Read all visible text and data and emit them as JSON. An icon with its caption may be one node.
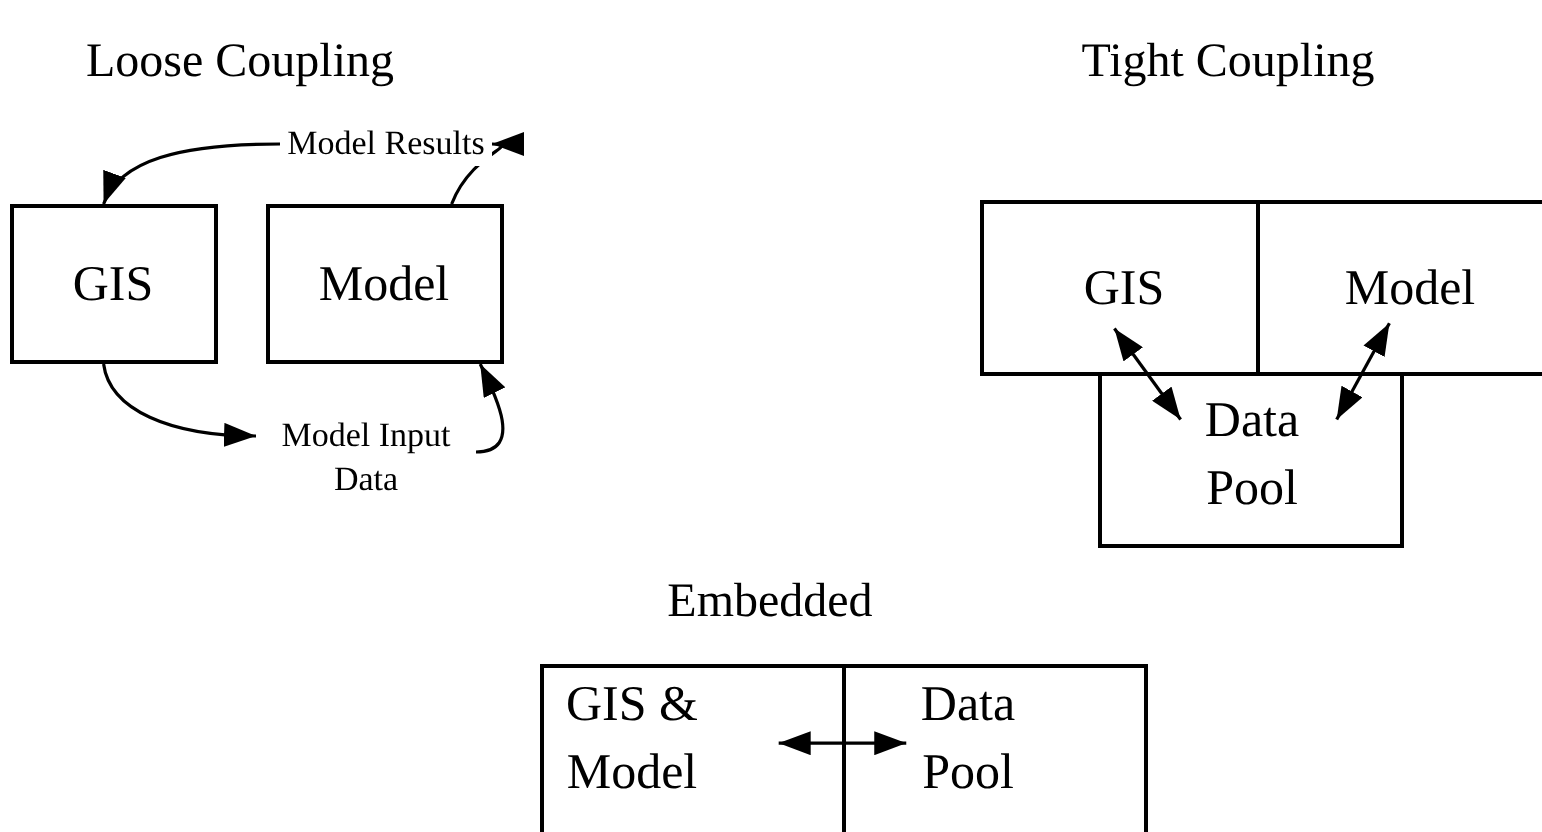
{
  "diagram": {
    "nodes": [
      {
        "text": [
          "GIS"
        ]
      },
      {
        "text": [
          "Model"
        ]
      },
      {
        "text": [
          "GIS"
        ]
      },
      {
        "text": [
          "Model"
        ]
      },
      {
        "text": [
          "Data Pool"
        ]
      },
      {
        "text": [
          "GIS & Model"
        ]
      },
      {
        "text": [
          "Data Pool"
        ]
      }
    ],
    "edges": [
      {
        "from": 1,
        "to": 0,
        "arrow": "to",
        "label": "Model Results"
      },
      {
        "from": 0,
        "to": 1,
        "arrow": "to",
        "label": "Model Input Data"
      },
      {
        "from": 2,
        "to": 4,
        "arrow": "both"
      },
      {
        "from": 3,
        "to": 4,
        "arrow": "both"
      },
      {
        "from": 5,
        "to": 6,
        "arrow": "both"
      }
    ],
    "labels": [
      "Loose Coupling",
      "Tight Coupling",
      "Embedded"
    ]
  }
}
